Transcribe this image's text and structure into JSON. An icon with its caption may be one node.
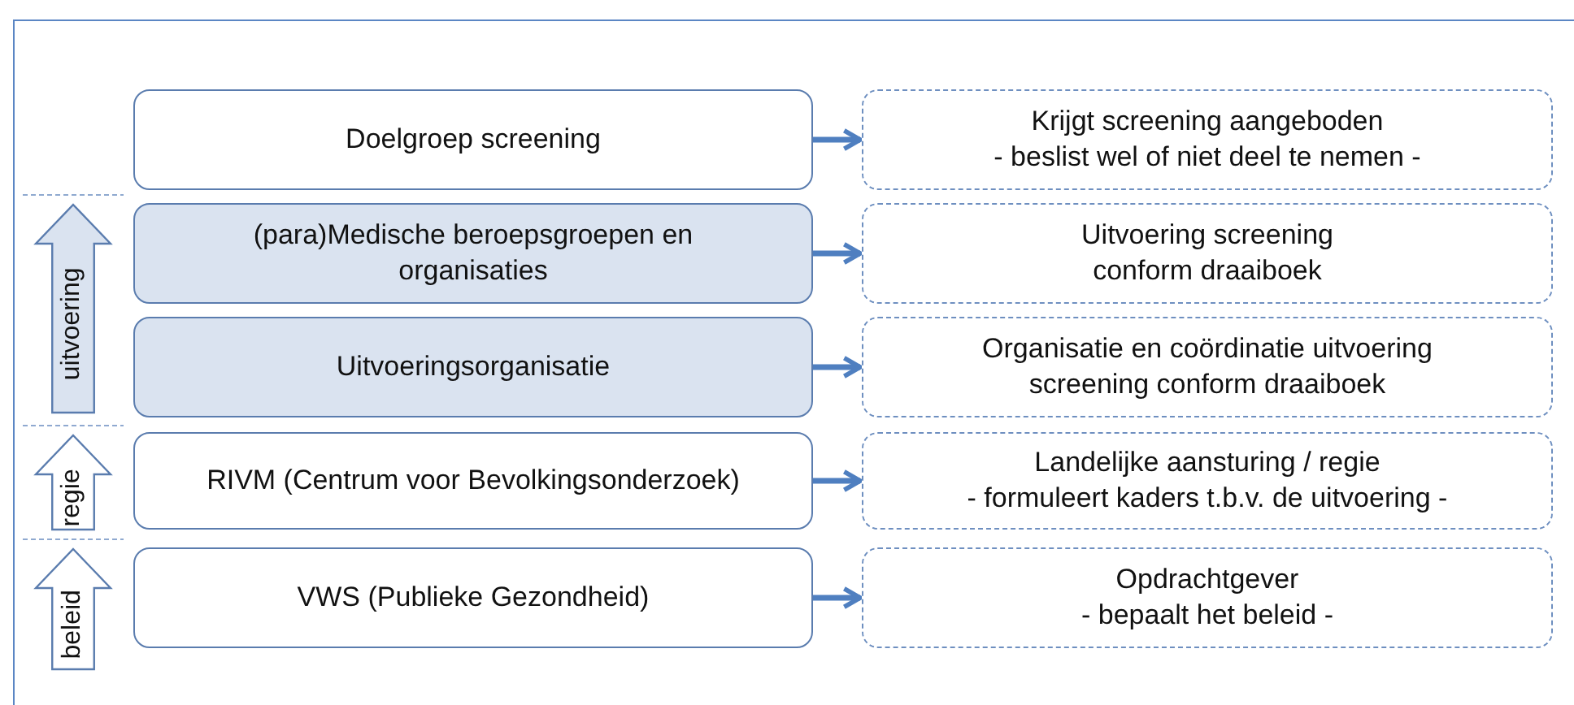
{
  "diagram": {
    "nodes": [
      {
        "text": [
          "Doelgroep screening"
        ]
      },
      {
        "text": [
          "Krijgt screening aangeboden",
          "- beslist wel of niet deel te nemen -"
        ]
      },
      {
        "text": [
          "(para)Medische beroepsgroepen en organisaties"
        ]
      },
      {
        "text": [
          "Uitvoering screening",
          "conform draaiboek"
        ]
      },
      {
        "text": [
          "Uitvoeringsorganisatie"
        ]
      },
      {
        "text": [
          "Organisatie en coördinatie uitvoering",
          "screening conform draaiboek"
        ]
      },
      {
        "text": [
          "RIVM (Centrum voor Bevolkingsonderzoek)"
        ]
      },
      {
        "text": [
          "Landelijke aansturing / regie",
          "- formuleert kaders t.b.v. de uitvoering -"
        ]
      },
      {
        "text": [
          "VWS (Publieke Gezondheid)"
        ]
      },
      {
        "text": [
          "Opdrachtgever",
          "- bepaalt het beleid -"
        ]
      },
      {
        "text": [
          "uitvoering"
        ]
      },
      {
        "text": [
          "regie"
        ]
      },
      {
        "text": [
          "beleid"
        ]
      }
    ],
    "edges": [
      {
        "from": 0,
        "to": 1,
        "arrow": "to"
      },
      {
        "from": 2,
        "to": 3,
        "arrow": "to"
      },
      {
        "from": 4,
        "to": 5,
        "arrow": "to"
      },
      {
        "from": 6,
        "to": 7,
        "arrow": "to"
      },
      {
        "from": 8,
        "to": 9,
        "arrow": "to"
      }
    ]
  }
}
